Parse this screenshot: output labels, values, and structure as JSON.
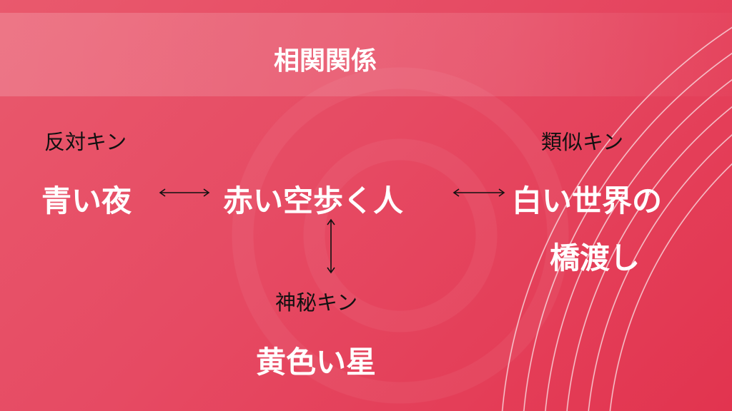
{
  "title": "相関関係",
  "opposite": {
    "label": "反対キン",
    "value": "青い夜"
  },
  "center": {
    "value": "赤い空歩く人"
  },
  "similar": {
    "label": "類似キン",
    "value_line1": "白い世界の",
    "value_line2": "橋渡し"
  },
  "mystery": {
    "label": "神秘キン",
    "value": "黄色い星"
  },
  "colors": {
    "background": "#e64a63",
    "text_label": "#111111",
    "text_node": "#ffffff"
  }
}
